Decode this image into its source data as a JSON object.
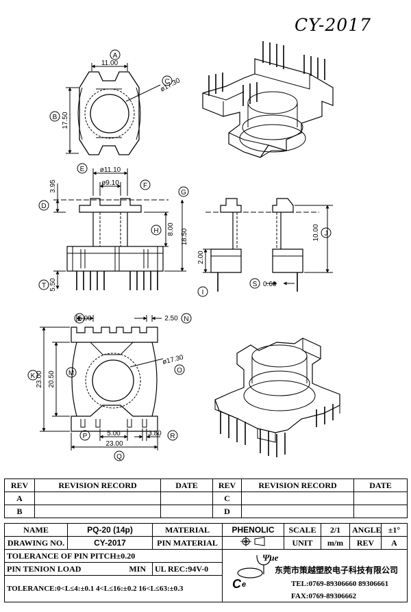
{
  "drawing_title": "CY-2017",
  "dims_top": {
    "a": "11.00",
    "b": "17.50",
    "c": "ø17.30"
  },
  "dims_front": {
    "e": "ø11.10",
    "f": "ø9.10",
    "d": "3.95",
    "h": "8.00",
    "g": "18.50",
    "t": "5.50"
  },
  "dims_side": {
    "j": "10.00",
    "i": "2.00",
    "s": "0.60"
  },
  "dims_bottom": {
    "l": "5.00",
    "n": "2.50",
    "k": "23.00",
    "m": "20.50",
    "o": "ø17.30",
    "p": "5.00",
    "r": "3.80",
    "q": "23.00"
  },
  "callouts": [
    "A",
    "B",
    "C",
    "D",
    "E",
    "F",
    "G",
    "H",
    "I",
    "J",
    "K",
    "L",
    "M",
    "N",
    "O",
    "P",
    "Q",
    "R",
    "S",
    "T"
  ],
  "revisions": {
    "header": {
      "rev": "REV",
      "record": "REVISION RECORD",
      "date": "DATE"
    },
    "left_rows": [
      "A",
      "B"
    ],
    "right_rows": [
      "C",
      "D"
    ]
  },
  "title_block": {
    "name_label": "NAME",
    "name_value": "PQ-20 (14p)",
    "material_label": "MATERIAL",
    "material_value": "PHENOLIC",
    "scale_label": "SCALE",
    "scale_value": "2/1",
    "angle_label": "ANGLE",
    "angle_value": "±1°",
    "drawing_no_label": "DRAWING NO.",
    "drawing_no_value": "CY-2017",
    "pin_material_label": "PIN MATERIAL",
    "unit_label": "UNIT",
    "unit_value": "m/m",
    "rev_label": "REV",
    "rev_value": "A",
    "tolerance_pitch": "TOLERANCE OF PIN PITCH±0.20",
    "pin_load_label": "PIN TENION LOAD",
    "pin_load_min": "MIN",
    "ul_rec": "UL REC:94V-0",
    "tolerance_general": "TOLERANCE:0<L≤4:±0.1  4<L≤16:±0.2  16<L≤63:±0.3",
    "company": "东莞市策越塑胶电子科技有限公司",
    "logo_text": "Ψue",
    "tel": "TEL:0769-89306660 89306661",
    "fax": "FAX:0769-89306662"
  }
}
